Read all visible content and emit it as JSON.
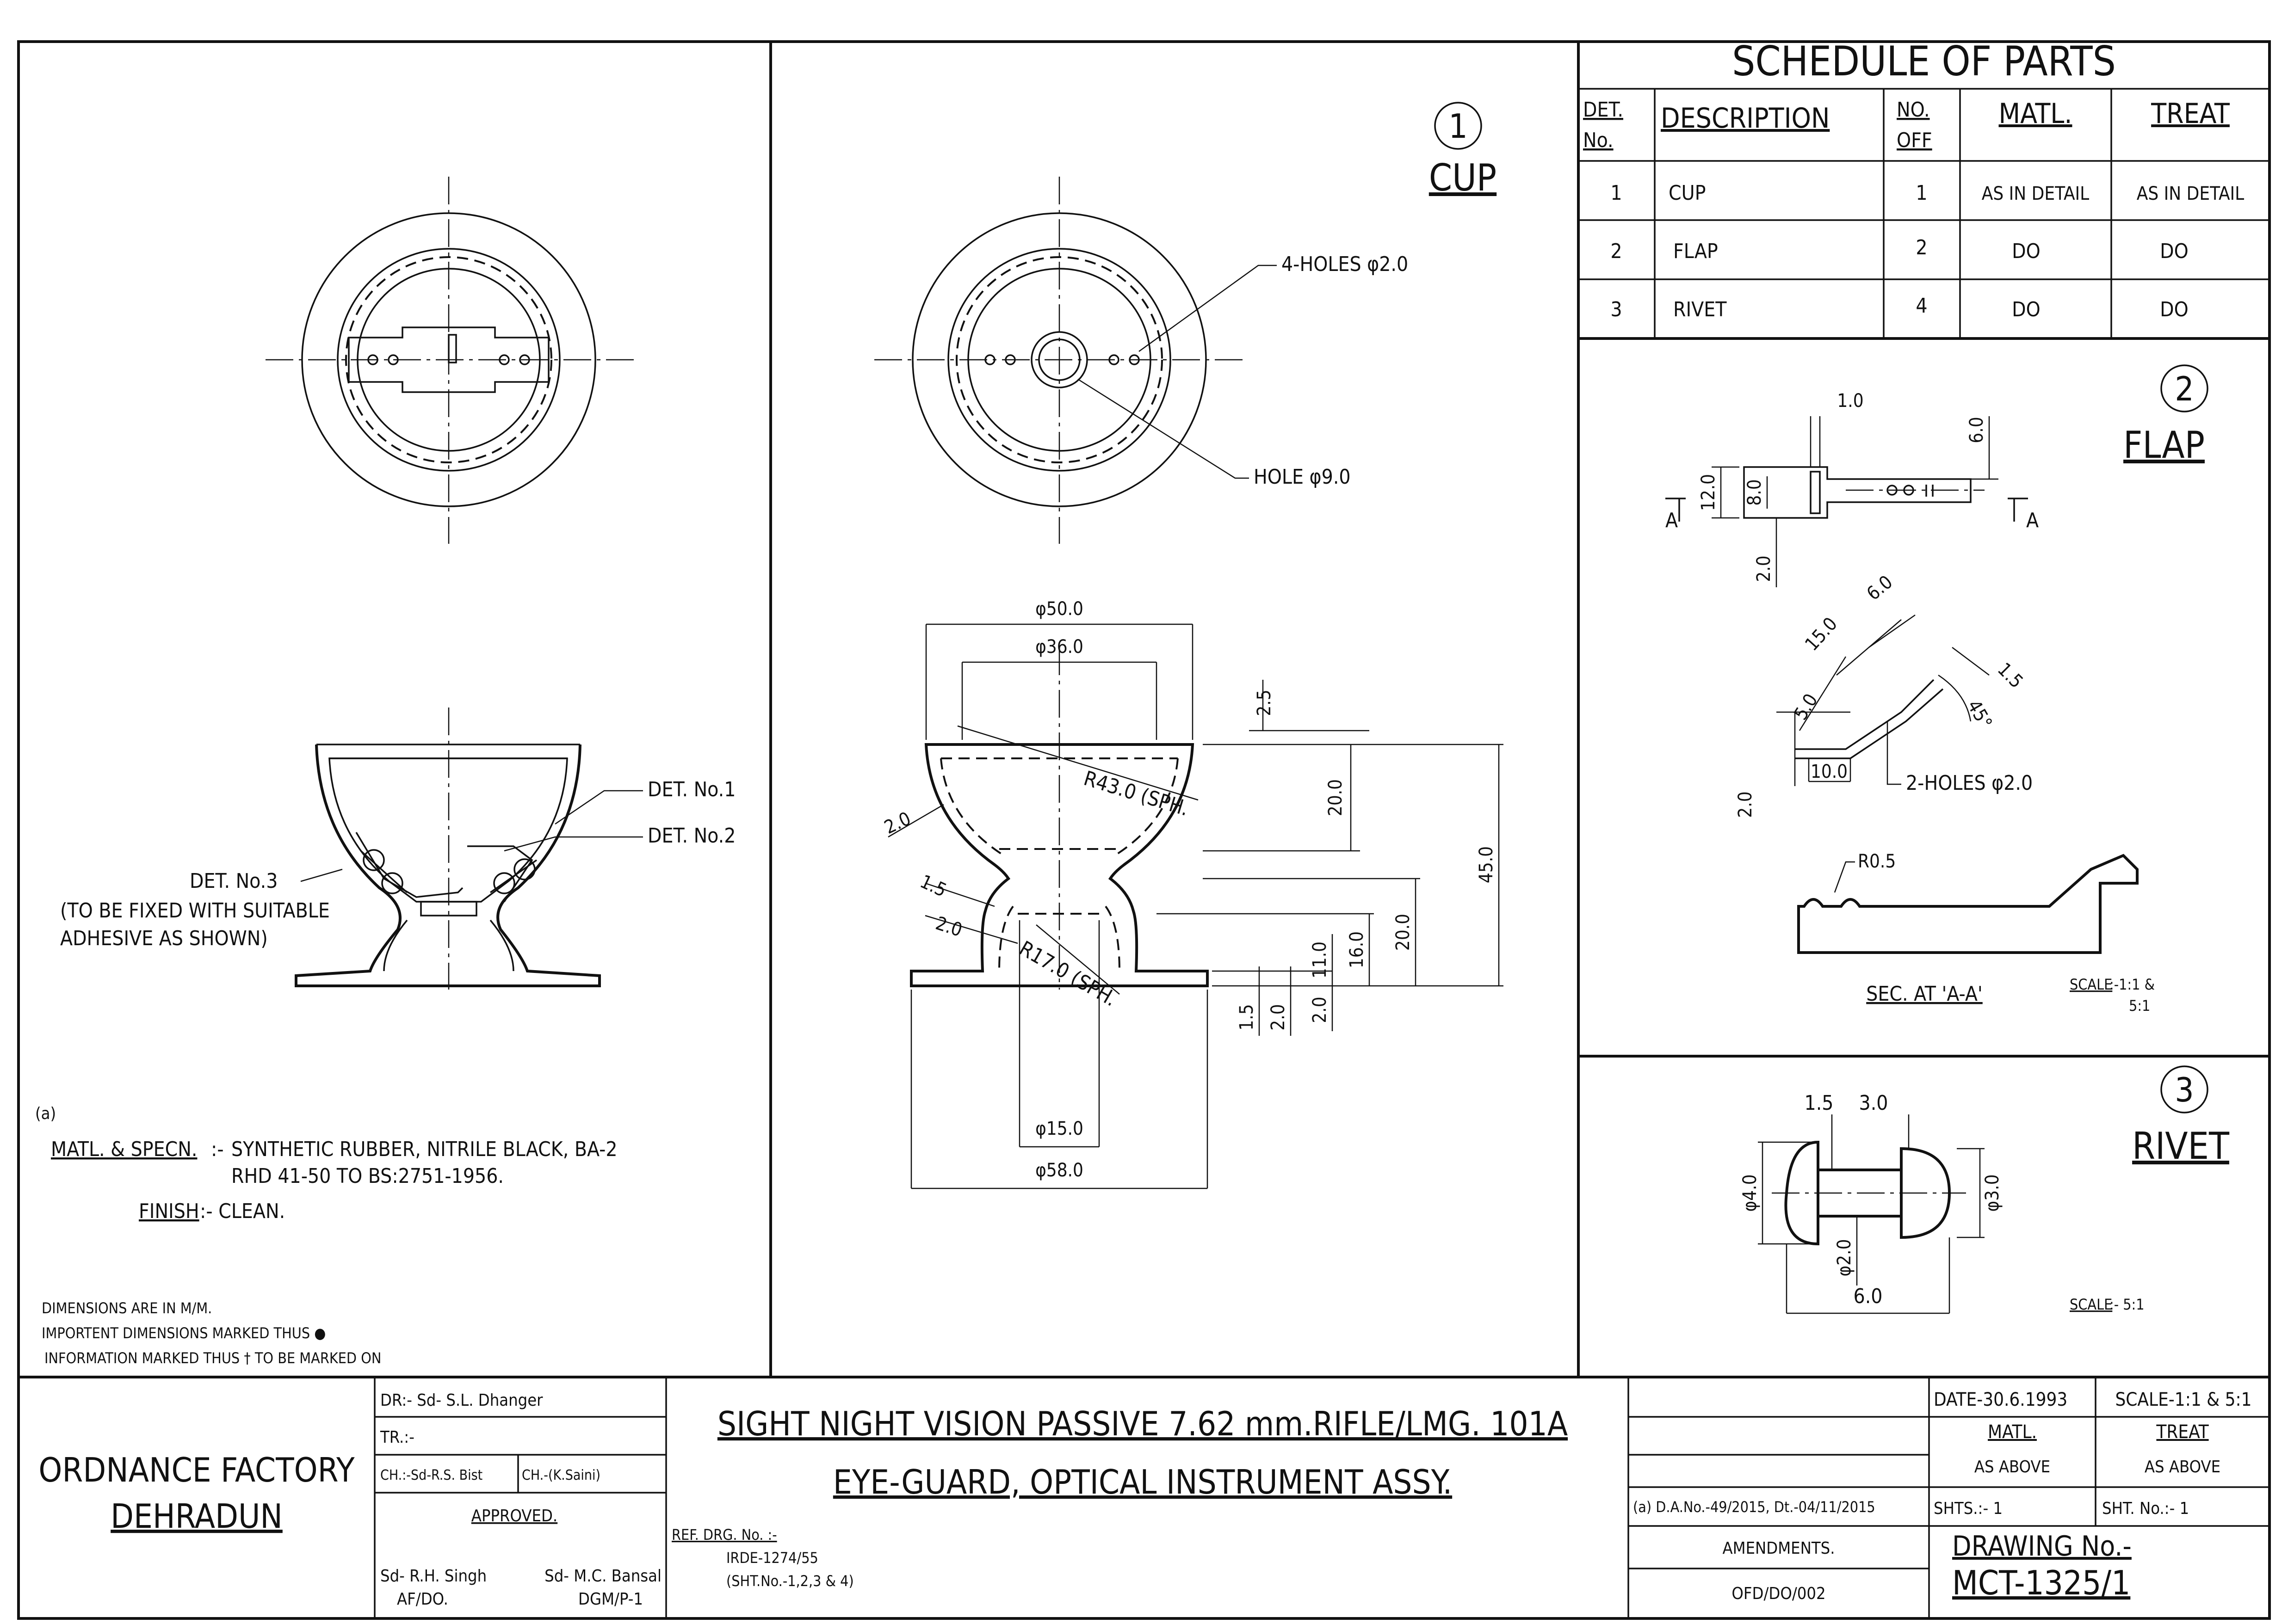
{
  "schedule": {
    "title": "SCHEDULE OF PARTS",
    "headers": {
      "det_no_1": "DET.",
      "det_no_2": "No.",
      "description": "DESCRIPTION",
      "no_off_1": "NO.",
      "no_off_2": "OFF",
      "matl": "MATL.",
      "treat": "TREAT"
    },
    "rows": [
      {
        "det": "1",
        "description": "CUP",
        "off": "1",
        "matl": "AS IN DETAIL",
        "treat": "AS IN DETAIL"
      },
      {
        "det": "2",
        "description": "FLAP",
        "off": "2",
        "matl": "DO",
        "treat": "DO"
      },
      {
        "det": "3",
        "description": "RIVET",
        "off": "4",
        "matl": "DO",
        "treat": "DO"
      }
    ]
  },
  "cup_view": {
    "number": "1",
    "label": "CUP",
    "note_holes": "4-HOLES φ2.0",
    "note_hole": "HOLE φ9.0",
    "dims": {
      "d50": "φ50.0",
      "d36": "φ36.0",
      "d15": "φ15.0",
      "d58": "φ58.0",
      "r43": "R43.0 (SPH.",
      "r17": "R17.0 (SPH.",
      "v25": "2.5",
      "v20a": "20.0",
      "v45": "45.0",
      "v20b": "20.0",
      "v16": "16.0",
      "v11": "11.0",
      "v2a": "2.0",
      "v2b": "2.0",
      "v15": "1.5",
      "s20a": "2.0",
      "s15": "1.5",
      "s20b": "2.0"
    }
  },
  "assembly": {
    "det1": "DET. No.1",
    "det2": "DET. No.2",
    "det3": "DET. No.3",
    "det3_note_1": "(TO BE FIXED WITH SUITABLE",
    "det3_note_2": "ADHESIVE AS SHOWN)"
  },
  "flap_view": {
    "number": "2",
    "label": "FLAP",
    "section_label": "SEC. AT 'A-A'",
    "scale_label": "SCALE",
    "scale_value_1": ":-1:1 &",
    "scale_value_2": "5:1",
    "section_mark": "A",
    "radius": "R0.5",
    "holes": "2-HOLES φ2.0",
    "angle": "45°",
    "dims": {
      "d10": "1.0",
      "d6": "6.0",
      "d12": "12.0",
      "d8": "8.0",
      "d2a": "2.0",
      "d15": "15.0",
      "d6b": "6.0",
      "d15b": "1.5",
      "d5": "5.0",
      "d100": "10.0",
      "d2b": "2.0"
    }
  },
  "rivet_view": {
    "number": "3",
    "label": "RIVET",
    "scale_label": "SCALE",
    "scale_value": ":- 5:1",
    "dims": {
      "d15": "1.5",
      "d30": "3.0",
      "d4": "φ4.0",
      "d3": "φ3.0",
      "d2": "φ2.0",
      "d6": "6.0"
    }
  },
  "notes": {
    "a_mark": "(a)",
    "matl_label": "MATL. & SPECN.",
    "matl_sep": ":-",
    "matl_line1": "SYNTHETIC RUBBER, NITRILE BLACK, BA-2",
    "matl_line2": "RHD 41-50 TO BS:2751-1956.",
    "finish_label": "FINISH",
    "finish_value": ":-  CLEAN.",
    "dim_note_1": "DIMENSIONS ARE IN M/M.",
    "dim_note_2": "IMPORTENT DIMENSIONS MARKED THUS ●",
    "dim_note_3": "INFORMATION MARKED THUS † TO BE MARKED ON"
  },
  "title_block": {
    "org_1": "ORDNANCE FACTORY",
    "org_2": "DEHRADUN",
    "dr": "DR:- Sd- S.L. Dhanger",
    "tr": "TR.:-",
    "ch1": "CH.:-Sd-R.S. Bist",
    "ch2": "CH.-(K.Saini)",
    "approved": "APPROVED.",
    "sign1_1": "Sd- R.H. Singh",
    "sign1_2": "AF/DO.",
    "sign2_1": "Sd- M.C. Bansal",
    "sign2_2": "DGM/P-1",
    "title_1": "SIGHT NIGHT VISION PASSIVE 7.62 mm.RIFLE/LMG. 101A",
    "title_2": "EYE-GUARD, OPTICAL INSTRUMENT ASSY.",
    "ref_label": "REF. DRG. No. :-",
    "ref_1": "IRDE-1274/55",
    "ref_2": "(SHT.No.-1,2,3 & 4)",
    "amend_a": "(a) D.A.No.-49/2015, Dt.-04/11/2015",
    "amendments": "AMENDMENTS.",
    "ofd": "OFD/DO/002",
    "date": "DATE-30.6.1993",
    "scale": "SCALE-1:1 & 5:1",
    "matl": "MATL.",
    "treat": "TREAT",
    "as_above_1": "AS ABOVE",
    "as_above_2": "AS ABOVE",
    "shts": "SHTS.:-  1",
    "sht_no": "SHT. No.:- 1",
    "drawing_no_label": "DRAWING No.-",
    "drawing_no": "MCT-1325/1"
  }
}
